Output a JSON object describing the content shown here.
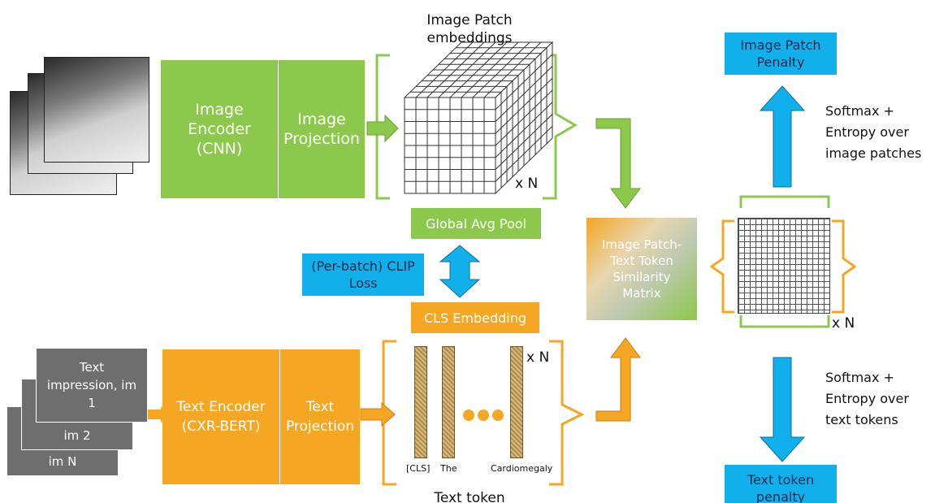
{
  "image_branch": {
    "encoder_label": "Image Encoder (CNN)",
    "projection_label": "Image Projection",
    "patch_title": "Image Patch embeddings",
    "times_n": "x N",
    "pool_label": "Global Avg Pool"
  },
  "clip_loss_label": "(Per-batch) CLIP Loss",
  "text_branch": {
    "cls_label": "CLS Embedding",
    "encoder_label": "Text Encoder (CXR-BERT)",
    "projection_label": "Text Projection",
    "times_n": "x N",
    "token_labels": [
      "[CLS]",
      "The",
      "Cardiomegaly"
    ],
    "token_title": "Text token",
    "reports": [
      "Text impression, im 1",
      "im 2",
      "im N"
    ]
  },
  "similarity_label": "Image Patch-Text Token Similarity Matrix",
  "matrix_times_n": "x N",
  "image_penalty_label": "Image Patch Penalty",
  "image_softmax_label": "Softmax + Entropy over image patches",
  "text_softmax_label": "Softmax + Entropy over text tokens",
  "text_penalty_label": "Text token penalty",
  "colors": {
    "green": "#8cc84b",
    "orange": "#f5a623",
    "blue": "#10b0ec",
    "grey": "#6e6e6e"
  }
}
